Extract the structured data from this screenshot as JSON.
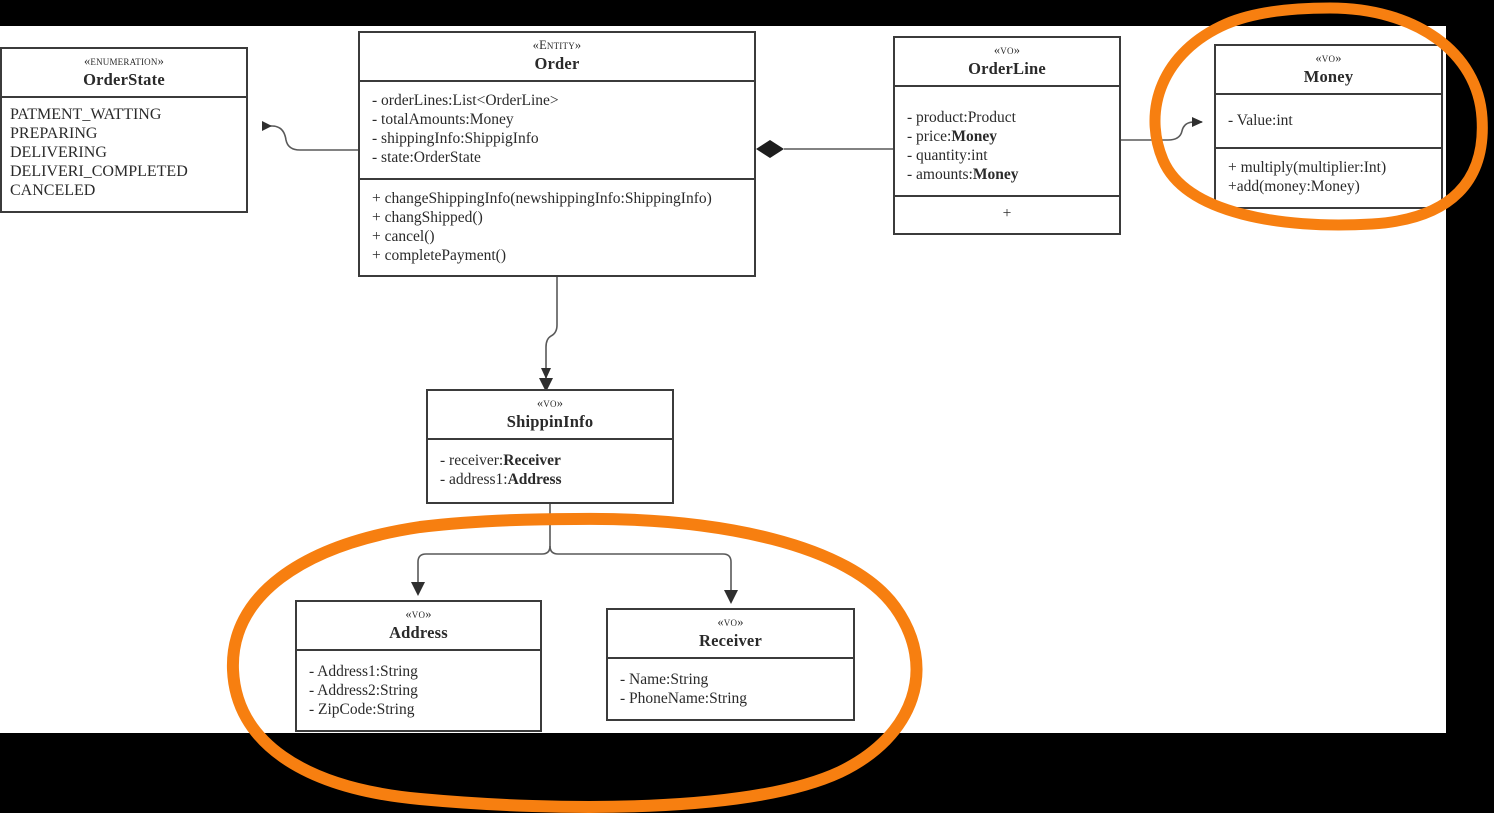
{
  "diagram": {
    "title": "Order domain model UML class diagram",
    "canvas_color": "#ffffff",
    "background_color": "#000000",
    "line_color": "#595959",
    "border_color": "#3b3b3b",
    "highlight_color": "#f77f10"
  },
  "classes": {
    "orderstate": {
      "stereotype": "«enumeration»",
      "name": "OrderState",
      "literals": [
        "PATMENT_WATTING",
        "PREPARING",
        "DELIVERING",
        "DELIVERI_COMPLETED",
        "CANCELED"
      ]
    },
    "order": {
      "stereotype": "«Entity»",
      "name": "Order",
      "attributes": [
        "- orderLines:List<OrderLine>",
        "- totalAmounts:Money",
        "- shippingInfo:ShippigInfo",
        "- state:OrderState"
      ],
      "operations": [
        "+ changeShippingInfo(newshippingInfo:ShippingInfo)",
        "+ changShipped()",
        "+ cancel()",
        "+ completePayment()"
      ]
    },
    "orderline": {
      "stereotype": "«vo»",
      "name": "OrderLine",
      "attributes": [
        {
          "prefix": "- product:Product",
          "bold": ""
        },
        {
          "prefix": "- price:",
          "bold": "Money"
        },
        {
          "prefix": "- quantity:int",
          "bold": ""
        },
        {
          "prefix": "- amounts:",
          "bold": "Money"
        }
      ],
      "operations": [
        "+"
      ]
    },
    "money": {
      "stereotype": "«vo»",
      "name": "Money",
      "attributes": [
        "- Value:int"
      ],
      "operations": [
        "+ multiply(multiplier:Int)",
        "+add(money:Money)"
      ]
    },
    "shippininfo": {
      "stereotype": "«vo»",
      "name": "ShippinInfo",
      "attributes": [
        {
          "prefix": "- receiver:",
          "bold": "Receiver"
        },
        {
          "prefix": "- address1:",
          "bold": "Address"
        }
      ]
    },
    "address": {
      "stereotype": "«vo»",
      "name": "Address",
      "attributes": [
        "- Address1:String",
        "- Address2:String",
        "- ZipCode:String"
      ]
    },
    "receiver": {
      "stereotype": "«vo»",
      "name": "Receiver",
      "attributes": [
        "- Name:String",
        "- PhoneName:String"
      ]
    }
  },
  "relations": [
    {
      "from": "Order",
      "to": "OrderState",
      "type": "association-arrow"
    },
    {
      "from": "Order",
      "to": "OrderLine",
      "type": "composition-diamond"
    },
    {
      "from": "OrderLine",
      "to": "Money",
      "type": "association-arrow"
    },
    {
      "from": "Order",
      "to": "ShippinInfo",
      "type": "association-arrow"
    },
    {
      "from": "ShippinInfo",
      "to": "Address",
      "type": "association-arrow"
    },
    {
      "from": "ShippinInfo",
      "to": "Receiver",
      "type": "association-arrow"
    }
  ],
  "annotations": [
    {
      "id": "highlight-money",
      "shape": "ellipse",
      "encircles": "Money"
    },
    {
      "id": "highlight-address-receiver",
      "shape": "ellipse",
      "encircles": "Address, Receiver"
    }
  ]
}
